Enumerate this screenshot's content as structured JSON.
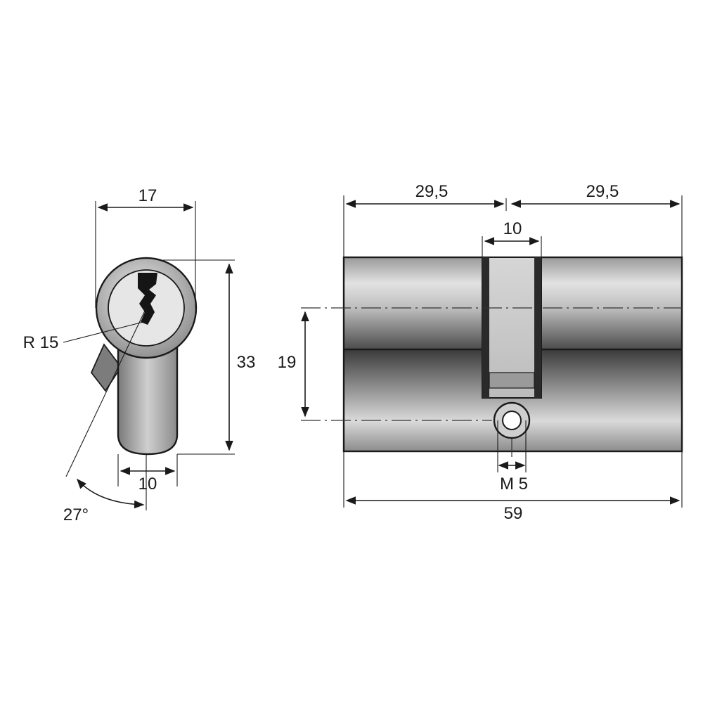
{
  "front_view": {
    "width_label": "17",
    "height_label": "33",
    "radius_label": "R 15",
    "slot_width_label": "10",
    "angle_label": "27°"
  },
  "side_view": {
    "left_length_label": "29,5",
    "right_length_label": "29,5",
    "cam_slot_label": "10",
    "center_distance_label": "19",
    "screw_label": "M 5",
    "total_length_label": "59"
  },
  "colors": {
    "ink": "#1a1a1a",
    "body_light": "#d8d8d8",
    "body_dark": "#6f6f6f"
  }
}
